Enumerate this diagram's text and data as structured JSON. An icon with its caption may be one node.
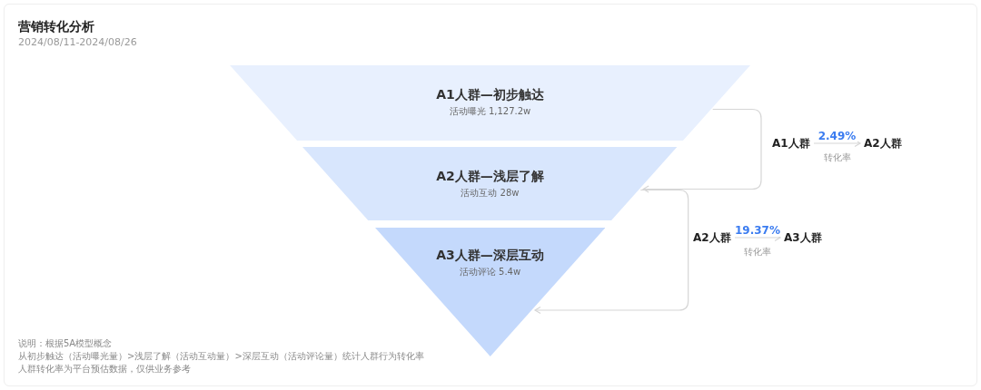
{
  "diagram": {
    "title": "营销转化分析",
    "nodes": [
      {
        "text": [
          "A1人群—初步触达",
          "活动曝光 1,127.2w"
        ]
      },
      {
        "text": [
          "A2人群—浅层了解",
          "活动互动 28w"
        ]
      },
      {
        "text": [
          "A3人群—深层互动",
          "活动评论 5.4w"
        ]
      },
      {
        "text": [
          "A1人群"
        ]
      },
      {
        "text": [
          "A2人群"
        ]
      },
      {
        "text": [
          "A2人群"
        ]
      },
      {
        "text": [
          "A3人群"
        ]
      }
    ],
    "edges": [
      {
        "from": 0,
        "to": 1,
        "arrow": "to"
      },
      {
        "from": 1,
        "to": 2,
        "arrow": "to"
      },
      {
        "from": 3,
        "to": 4,
        "arrow": "to",
        "label": "2.49%"
      },
      {
        "from": 5,
        "to": 6,
        "arrow": "to",
        "label": "19.37%"
      }
    ],
    "labels": [
      "2024/08/11-2024/08/26",
      "转化率",
      "转化率",
      "说明：根据5A模型概念",
      "从初步触达（活动曝光量）>浅层了解（活动互动量）>深层互动（活动评论量）统计人群行为转化率",
      "人群转化率为平台预估数据，仅供业务参考"
    ]
  }
}
